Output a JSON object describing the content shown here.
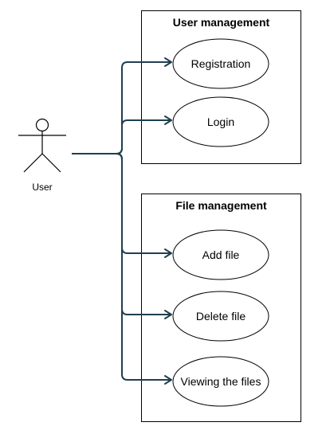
{
  "actor": {
    "label": "User"
  },
  "groups": [
    {
      "title": "User management",
      "usecases": [
        "Registration",
        "Login"
      ]
    },
    {
      "title": "File management",
      "usecases": [
        "Add file",
        "Delete file",
        "Viewing the files"
      ]
    }
  ],
  "colors": {
    "connector": "#1f3f4f",
    "outline": "#000000",
    "background": "#ffffff"
  }
}
